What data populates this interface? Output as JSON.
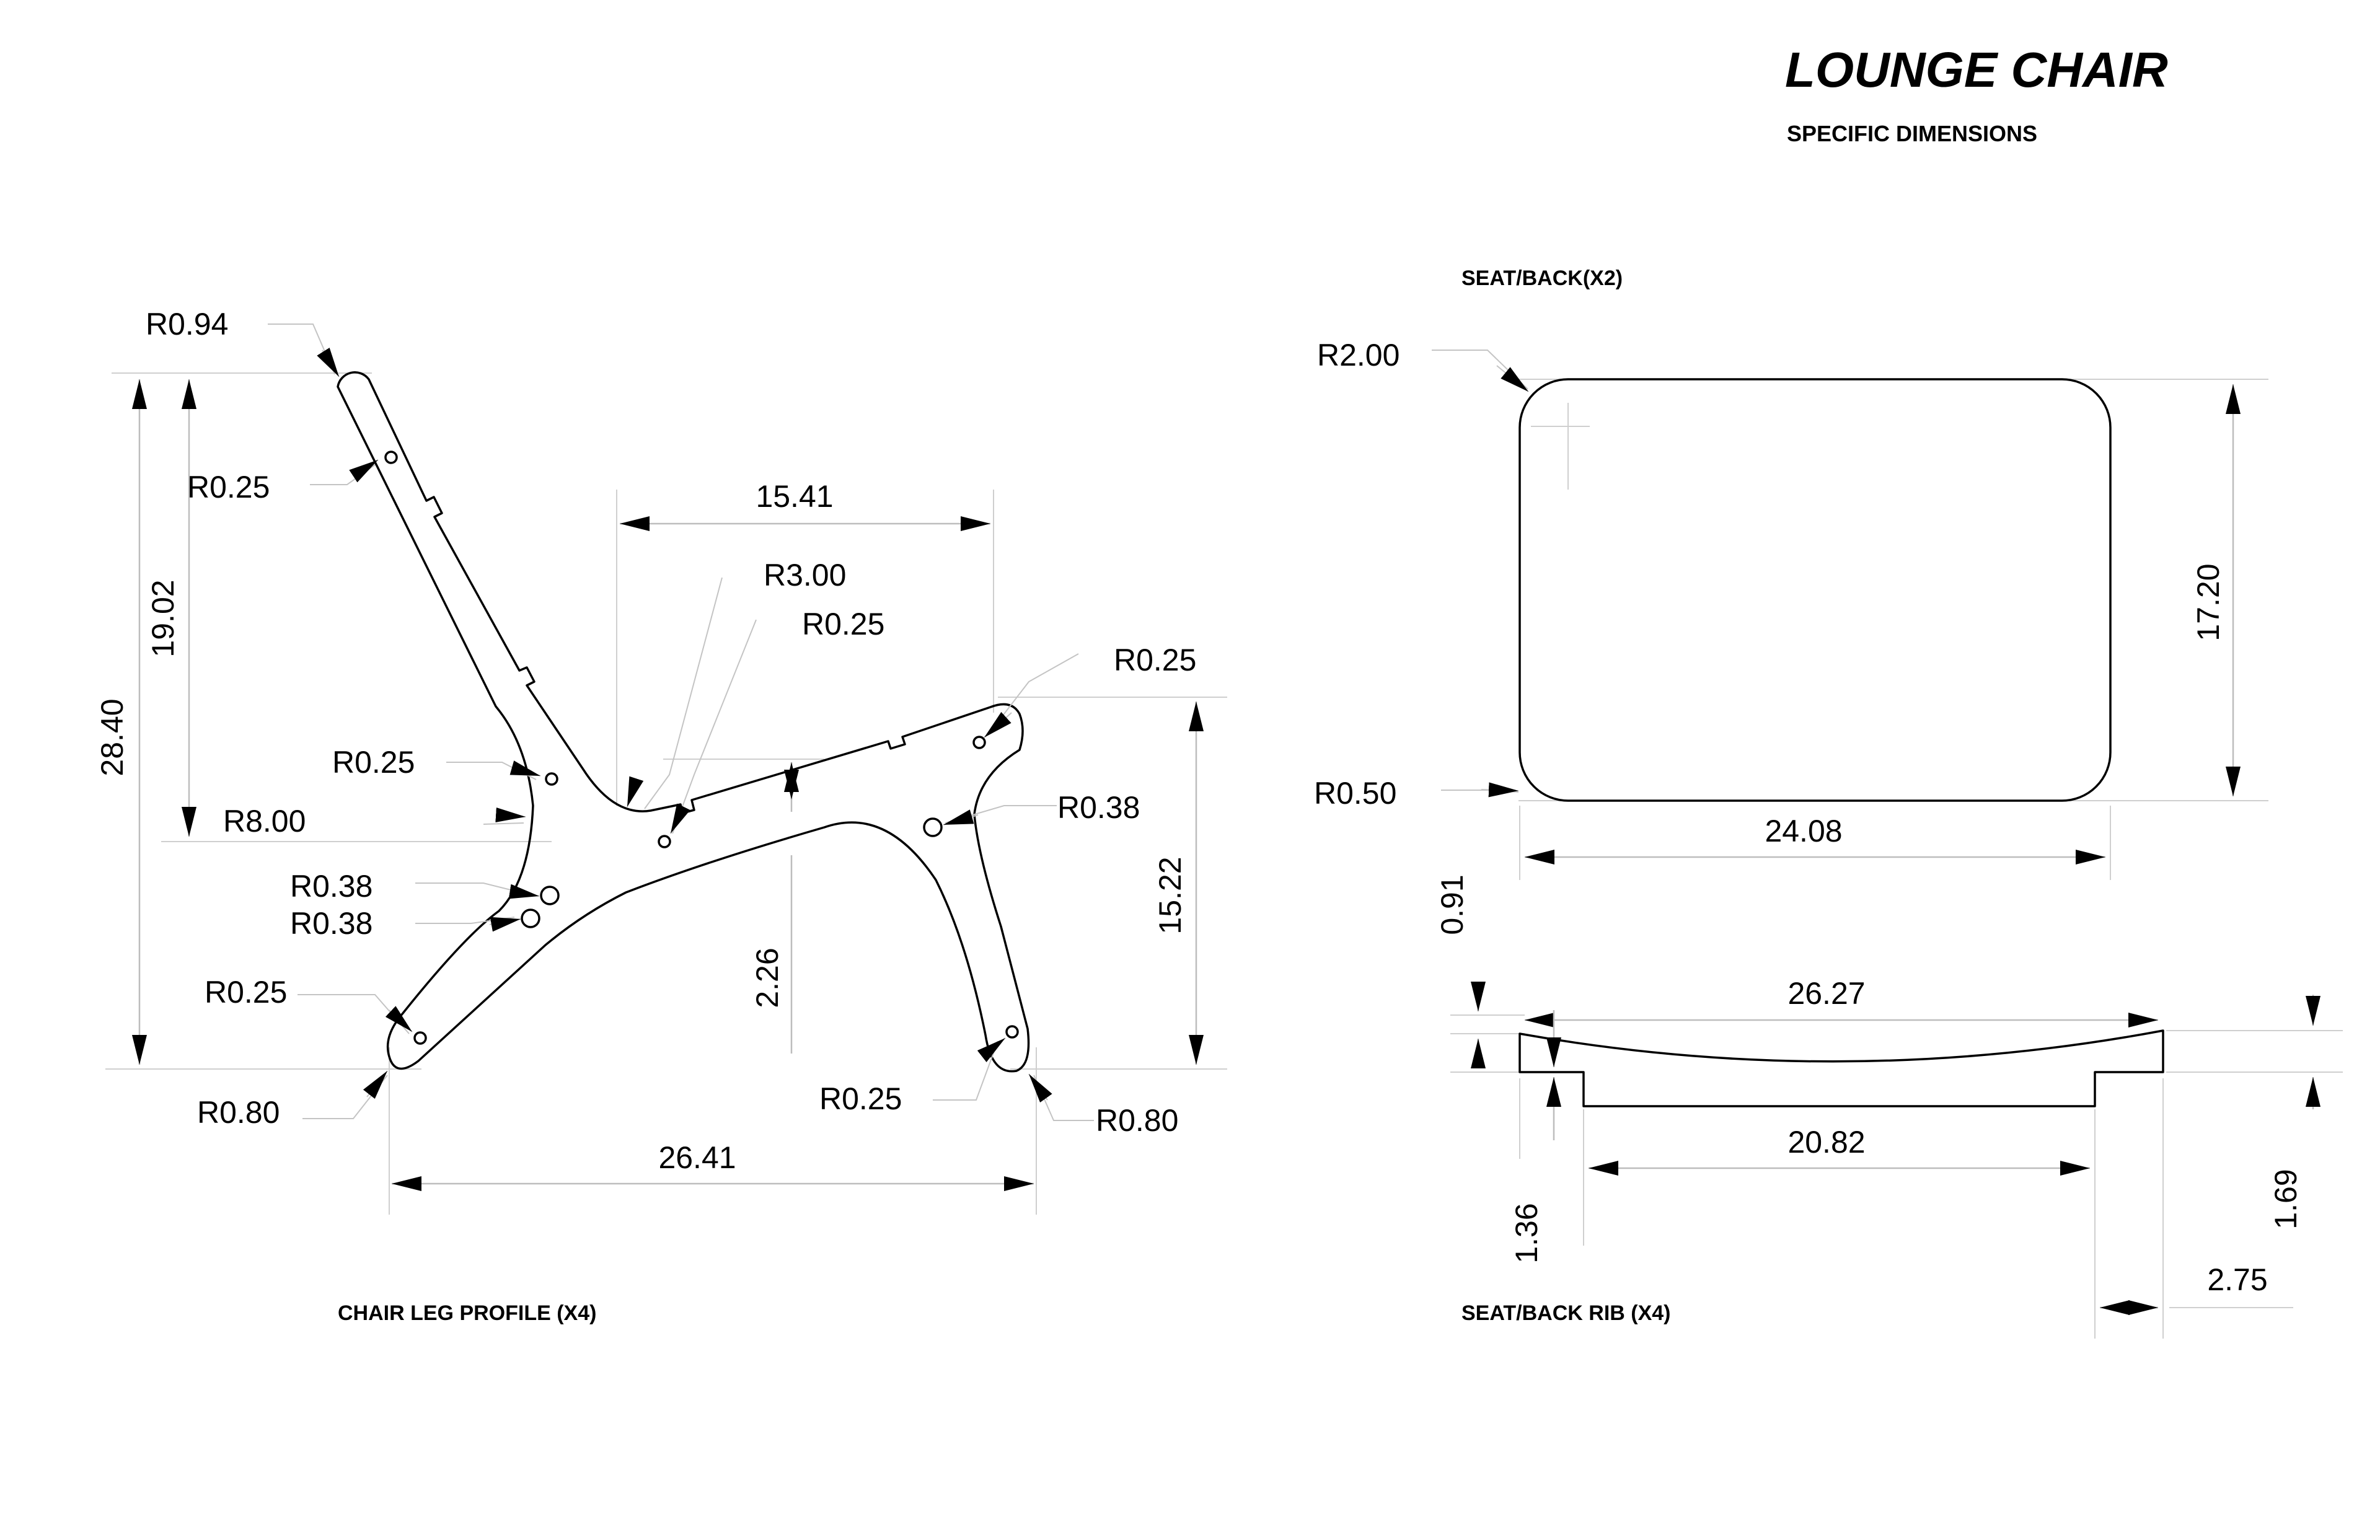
{
  "header": {
    "title": "LOUNGE CHAIR",
    "subtitle": "SPECIFIC DIMENSIONS"
  },
  "views": {
    "leg": {
      "caption": "CHAIR LEG PROFILE (X4)",
      "dims": {
        "overall_height": "28.40",
        "back_height": "19.02",
        "seat_length": "15.41",
        "front_height": "15.22",
        "rail_depth": "2.26",
        "overall_length": "26.41"
      },
      "radii": {
        "back_top": "R0.94",
        "back_hole": "R0.25",
        "seat_curve": "R3.00",
        "seat_hole": "R0.25",
        "front_hole": "R0.25",
        "arm_hole": "R0.25",
        "inner_curve": "R8.00",
        "mid_hole_a": "R0.38",
        "mid_hole_b": "R0.38",
        "front_mid_hole": "R0.38",
        "rear_foot_hole": "R0.25",
        "rear_foot": "R0.80",
        "front_foot_hole": "R0.25",
        "front_foot": "R0.80"
      }
    },
    "seat": {
      "caption": "SEAT/BACK(X2)",
      "dims": {
        "corner_top": "R2.00",
        "corner_bottom": "R0.50",
        "height": "17.20",
        "width": "24.08"
      }
    },
    "rib": {
      "caption": "SEAT/BACK RIB (X4)",
      "dims": {
        "curve_depth": "0.91",
        "overall_length": "26.27",
        "inner_length": "20.82",
        "notch_height": "1.36",
        "end_height": "1.69",
        "notch_width": "2.75"
      }
    }
  }
}
